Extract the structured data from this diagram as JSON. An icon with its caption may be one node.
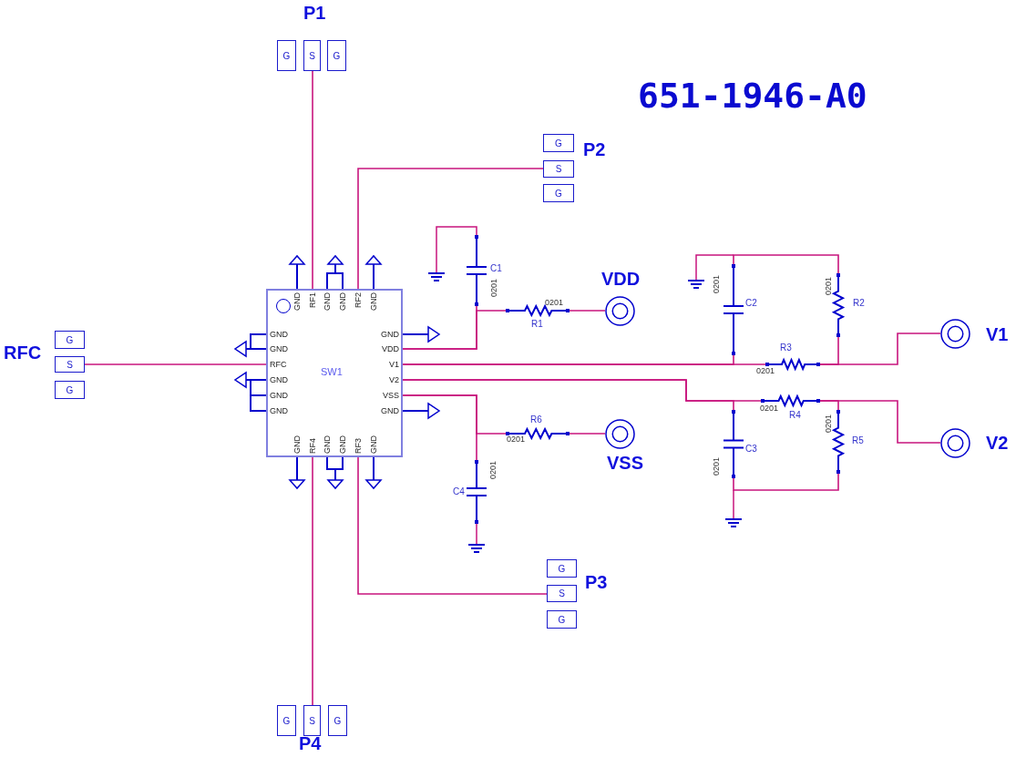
{
  "diagram": {
    "title": "651-1946-A0",
    "nodes": [
      {
        "text": [
          "SW1"
        ]
      },
      {
        "text": [
          "G"
        ]
      },
      {
        "text": [
          "S"
        ]
      },
      {
        "text": [
          "G"
        ]
      },
      {
        "text": [
          "G"
        ]
      },
      {
        "text": [
          "S"
        ]
      },
      {
        "text": [
          "G"
        ]
      },
      {
        "text": [
          "G"
        ]
      },
      {
        "text": [
          "S"
        ]
      },
      {
        "text": [
          "G"
        ]
      },
      {
        "text": [
          "G"
        ]
      },
      {
        "text": [
          "S"
        ]
      },
      {
        "text": [
          "G"
        ]
      },
      {
        "text": [
          "G"
        ]
      },
      {
        "text": [
          "S"
        ]
      },
      {
        "text": [
          "G"
        ]
      },
      {
        "text": [],
        "shape": "capacitor",
        "beside": [
          "C1",
          "0201"
        ]
      },
      {
        "text": [],
        "shape": "resistor",
        "beside": [
          "R1",
          "0201"
        ]
      },
      {
        "text": [],
        "shape": "circle",
        "beside": [
          "VDD"
        ]
      },
      {
        "text": [],
        "shape": "capacitor",
        "beside": [
          "C2",
          "0201"
        ]
      },
      {
        "text": [],
        "shape": "resistor",
        "beside": [
          "R2",
          "0201"
        ]
      },
      {
        "text": [],
        "shape": "resistor",
        "beside": [
          "R3",
          "0201"
        ]
      },
      {
        "text": [],
        "shape": "circle",
        "beside": [
          "V1"
        ]
      },
      {
        "text": [],
        "shape": "capacitor",
        "beside": [
          "C3",
          "0201"
        ]
      },
      {
        "text": [],
        "shape": "resistor",
        "beside": [
          "R4",
          "0201"
        ]
      },
      {
        "text": [],
        "shape": "resistor",
        "beside": [
          "R5",
          "0201"
        ]
      },
      {
        "text": [],
        "shape": "circle",
        "beside": [
          "V2"
        ]
      },
      {
        "text": [],
        "shape": "resistor",
        "beside": [
          "R6",
          "0201"
        ]
      },
      {
        "text": [],
        "shape": "capacitor",
        "beside": [
          "C4",
          "0201"
        ]
      },
      {
        "text": [],
        "shape": "circle",
        "beside": [
          "VSS"
        ]
      }
    ],
    "edges": [
      {
        "from": 0,
        "to": 2,
        "arrow": "none"
      },
      {
        "from": 0,
        "to": 5,
        "arrow": "none"
      },
      {
        "from": 0,
        "to": 8,
        "arrow": "none"
      },
      {
        "from": 0,
        "to": 11,
        "arrow": "none"
      },
      {
        "from": 0,
        "to": 14,
        "arrow": "none"
      },
      {
        "from": 0,
        "to": 16,
        "arrow": "none"
      },
      {
        "from": 0,
        "to": 17,
        "arrow": "none"
      },
      {
        "from": 17,
        "to": 18,
        "arrow": "none"
      },
      {
        "from": 0,
        "to": 19,
        "arrow": "none"
      },
      {
        "from": 0,
        "to": 21,
        "arrow": "none"
      },
      {
        "from": 21,
        "to": 20,
        "arrow": "none"
      },
      {
        "from": 21,
        "to": 22,
        "arrow": "none"
      },
      {
        "from": 19,
        "to": 20,
        "arrow": "none"
      },
      {
        "from": 0,
        "to": 23,
        "arrow": "none"
      },
      {
        "from": 0,
        "to": 24,
        "arrow": "none"
      },
      {
        "from": 24,
        "to": 25,
        "arrow": "none"
      },
      {
        "from": 24,
        "to": 26,
        "arrow": "none"
      },
      {
        "from": 23,
        "to": 25,
        "arrow": "none"
      },
      {
        "from": 0,
        "to": 27,
        "arrow": "none"
      },
      {
        "from": 0,
        "to": 28,
        "arrow": "none"
      },
      {
        "from": 27,
        "to": 29,
        "arrow": "none"
      }
    ],
    "labels": [
      "P1",
      "P2",
      "RFC",
      "GND",
      "RF1",
      "GND",
      "GND",
      "RF2",
      "GND",
      "GND",
      "GND",
      "RFC",
      "GND",
      "GND",
      "GND",
      "GND",
      "VDD",
      "V1",
      "V2",
      "VSS",
      "GND",
      "GND",
      "RF4",
      "GND",
      "GND",
      "RF3",
      "GND",
      "P3",
      "P4"
    ]
  }
}
